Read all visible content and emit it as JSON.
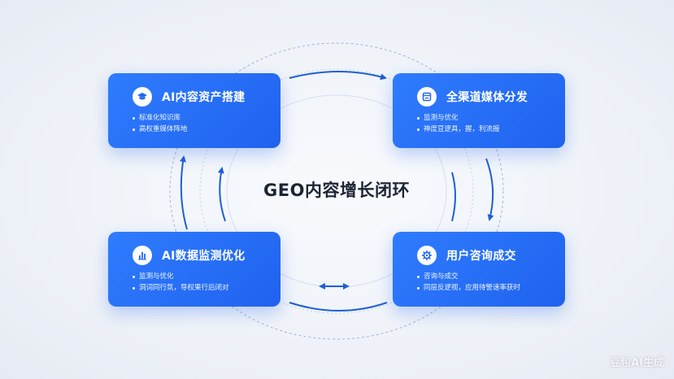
{
  "center_title": "GEO内容增长闭环",
  "cards": {
    "top_left": {
      "title": "AI内容资产搭建",
      "icon": "graduation-cap-icon",
      "items": [
        "标准化知识库",
        "高权重媒体阵地"
      ]
    },
    "top_right": {
      "title": "全渠道媒体分发",
      "icon": "database-icon",
      "items": [
        "监测与优化",
        "神度豆逻具，握，利流报"
      ]
    },
    "bottom_left": {
      "title": "AI数据监测优化",
      "icon": "bar-chart-icon",
      "items": [
        "监测与优化",
        "洞词同行氛，导权果行后闭对"
      ]
    },
    "bottom_right": {
      "title": "用户咨询成交",
      "icon": "gear-icon",
      "items": [
        "咨询与成交",
        "同层反逻视，应用待警速率获时"
      ]
    }
  },
  "watermark": "豆包AI生成",
  "colors": {
    "card_blue": "#2166f0",
    "arrow_blue": "#1f5fd6",
    "background": "#eef2f8"
  }
}
